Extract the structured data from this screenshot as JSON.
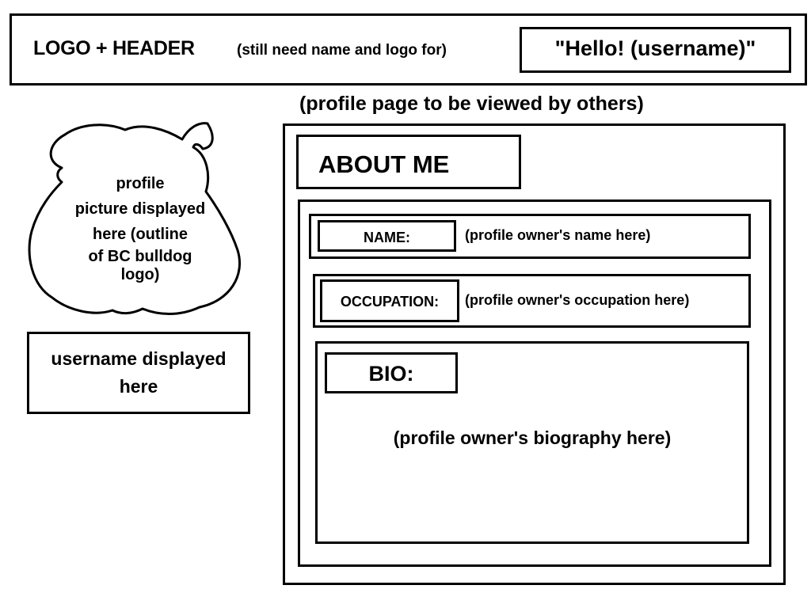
{
  "header": {
    "logo_header": "LOGO + HEADER",
    "note": "(still need name and logo for)",
    "greeting": "\"Hello! (username)\""
  },
  "page_note": "(profile page to be viewed by others)",
  "sidebar": {
    "profile_picture_lines": [
      "profile",
      "picture displayed",
      "here (outline",
      "of BC bulldog",
      "logo)"
    ],
    "username_lines": [
      "username displayed",
      "here"
    ]
  },
  "about": {
    "title": "ABOUT ME",
    "name_label": "NAME:",
    "name_value": "(profile owner's name here)",
    "occupation_label": "OCCUPATION:",
    "occupation_value": "(profile owner's occupation here)",
    "bio_label": "BIO:",
    "bio_value": "(profile owner's biography here)"
  },
  "icons": {
    "profile_picture": "bulldog-outline-icon"
  }
}
